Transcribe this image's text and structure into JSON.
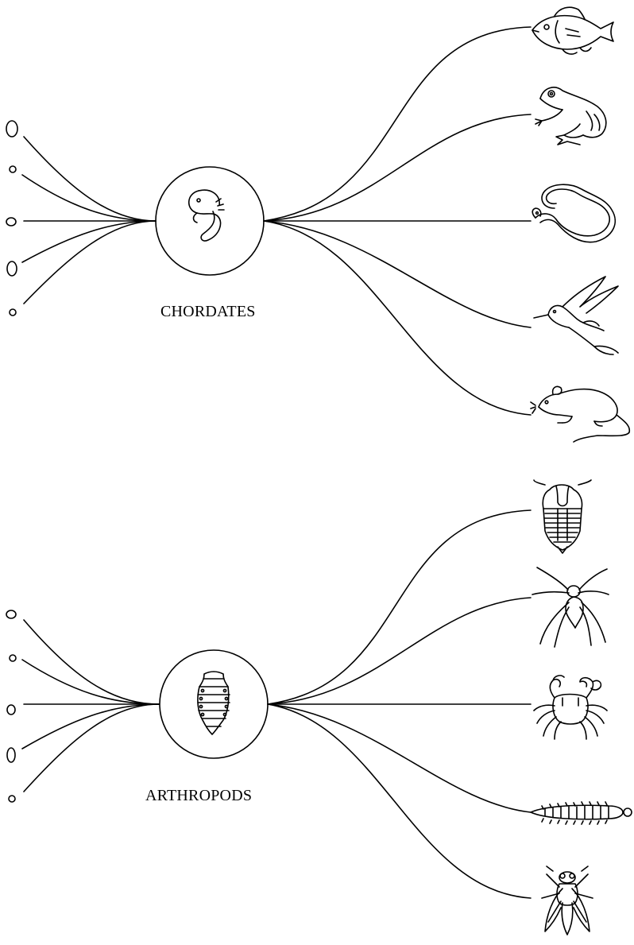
{
  "diagram": {
    "groups": [
      {
        "id": "chordates",
        "label": "CHORDATES",
        "center_icon": "embryo-icon",
        "ancestors": [
          "egg-icon",
          "egg-icon",
          "egg-icon",
          "egg-icon",
          "egg-icon"
        ],
        "descendants": [
          "fish-icon",
          "frog-icon",
          "snake-icon",
          "bird-icon",
          "rat-icon"
        ]
      },
      {
        "id": "arthropods",
        "label": "ARTHROPODS",
        "center_icon": "larva-icon",
        "ancestors": [
          "egg-icon",
          "egg-icon",
          "egg-icon",
          "egg-icon",
          "egg-icon"
        ],
        "descendants": [
          "trilobite-icon",
          "spider-icon",
          "crab-icon",
          "centipede-icon",
          "fly-icon"
        ]
      }
    ],
    "colors": {
      "stroke": "#000000",
      "background": "#ffffff"
    }
  }
}
